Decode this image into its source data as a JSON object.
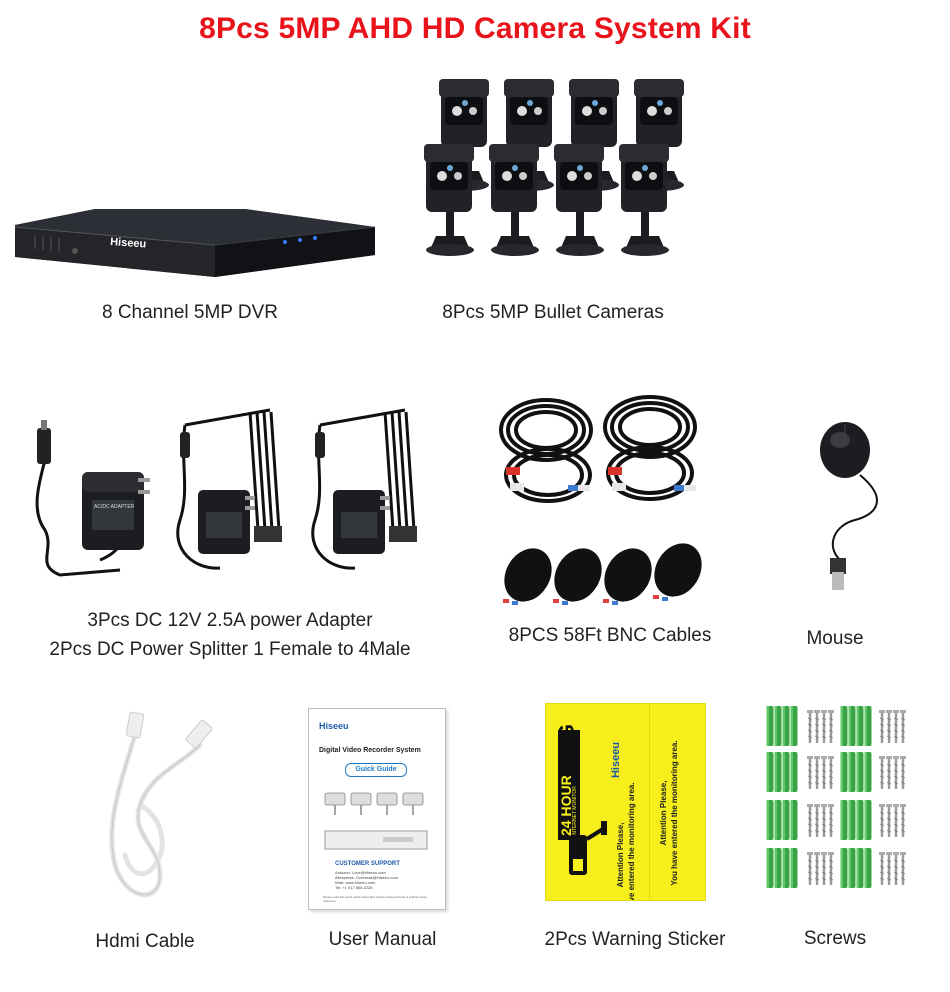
{
  "page": {
    "title": "8Pcs 5MP AHD HD Camera System Kit"
  },
  "items": {
    "dvr": {
      "caption": "8 Channel 5MP DVR",
      "brand": "Hiseeu",
      "icon": "dvr-recorder-icon"
    },
    "cameras": {
      "caption": "8Pcs 5MP Bullet Cameras",
      "icon": "bullet-camera-icon",
      "count": 8
    },
    "adapters": {
      "caption_line1": "3Pcs DC 12V 2.5A power Adapter",
      "caption_line2": "2Pcs DC Power Splitter 1 Female to 4Male",
      "label": "AC/DC ADAPTER",
      "icon": "power-adapter-icon"
    },
    "bnc": {
      "caption": "8PCS 58Ft BNC Cables",
      "icon": "bnc-cable-icon"
    },
    "mouse": {
      "caption": "Mouse",
      "icon": "mouse-icon"
    },
    "hdmi": {
      "caption": "Hdmi Cable",
      "icon": "network-cable-icon"
    },
    "manual": {
      "caption": "User Manual",
      "brand": "Hiseeu",
      "heading": "Digital Video Recorder System",
      "badge": "Guick Guide",
      "support_title": "CUSTOMER SUPPORT",
      "support_lines": [
        "Amazon: Love@Hiseeu.com",
        "Aliexpress: Overseas@Hiseeu.com",
        "Web: www.hiseeu.com",
        "Tel: +1 917 668 2228"
      ],
      "footnote": "Please read this quick guide thoroughly before using and keep it well for future reference."
    },
    "sticker": {
      "caption": "2Pcs Warning Sticker",
      "warning": "WARNING",
      "hours": "24 HOUR",
      "monitor": "INTERNET MONITOR",
      "brand": "Hiseeu",
      "attention": "Attention Please,",
      "notice": "You have entered the monitoring area."
    },
    "screws": {
      "caption": "Screws",
      "icon": "screws-anchors-icon"
    }
  },
  "colors": {
    "title_red": "#e8131b",
    "sticker_yellow": "#f6ef1c",
    "anchor_green": "#3aa346"
  }
}
